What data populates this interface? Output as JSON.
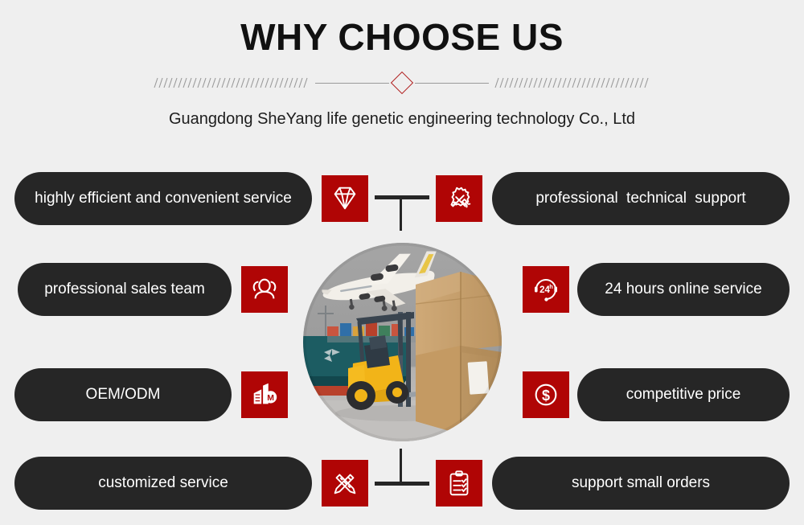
{
  "header": {
    "title": "WHY CHOOSE US",
    "subtitle": "Guangdong SheYang life genetic engineering technology Co., Ltd",
    "accent_color": "#b01c1c"
  },
  "theme": {
    "background": "#efefef",
    "pill_color": "#262626",
    "icon_tile_color": "#b00505",
    "pill_text_color": "#ffffff"
  },
  "features": [
    {
      "left_label": "highly efficient and convenient service",
      "left_icon": "diamond-gem-icon",
      "right_icon": "gear-tools-icon",
      "right_label": "professional  technical  support",
      "connector": "tee-down"
    },
    {
      "left_label": "professional sales team",
      "left_icon": "users-group-icon",
      "right_icon": "headset-24h-icon",
      "right_label": "24 hours online service",
      "connector": "none"
    },
    {
      "left_label": "OEM/ODM",
      "left_icon": "factory-1m-icon",
      "right_icon": "dollar-circle-icon",
      "right_label": "competitive price",
      "connector": "none"
    },
    {
      "left_label": "customized service",
      "left_icon": "pencil-ruler-icon",
      "right_icon": "clipboard-check-icon",
      "right_label": "support small orders",
      "connector": "tee-up"
    }
  ],
  "center_image": {
    "name": "logistics-photo",
    "alt": "cargo plane, container ship, yellow forklift and cardboard boxes"
  }
}
